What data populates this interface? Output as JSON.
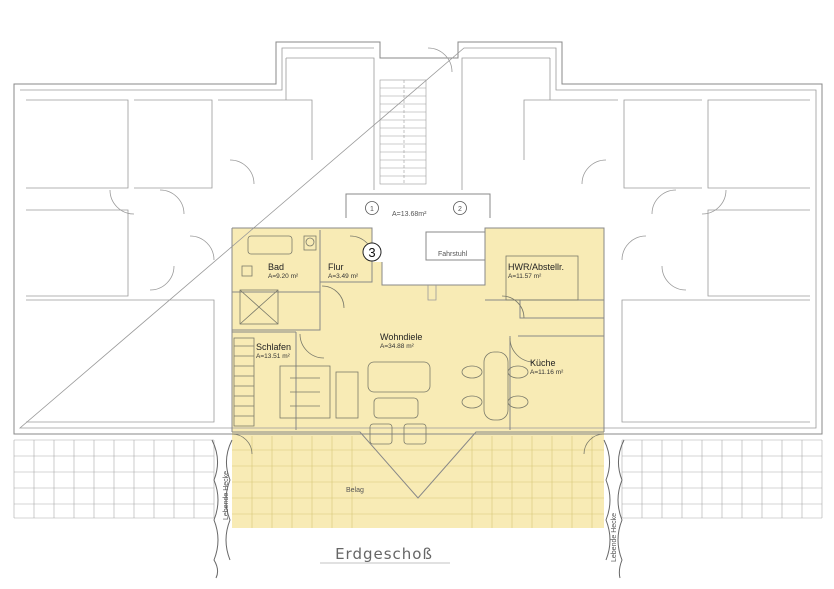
{
  "highlight_color": "#f7e7a8",
  "title": "Erdgeschoß",
  "stair_marker_1": "1",
  "stair_marker_2": "2",
  "stair_area": "A=13.68m²",
  "unit_number": "3",
  "elevator_label": "Fahrstuhl",
  "terrace_label": "Belag",
  "hedge_left": "Lebende Hecke",
  "hedge_right": "Lebende Hecke",
  "rooms": [
    {
      "name": "Bad",
      "area": "A=9.20 m²"
    },
    {
      "name": "Flur",
      "area": "A=3.49 m²"
    },
    {
      "name": "HWR/Abstellr.",
      "area": "A=11.57 m²"
    },
    {
      "name": "Wohndiele",
      "area": "A=34.88 m²"
    },
    {
      "name": "Schlafen",
      "area": "A=13.51 m²"
    },
    {
      "name": "Küche",
      "area": "A=11.16 m²"
    }
  ]
}
